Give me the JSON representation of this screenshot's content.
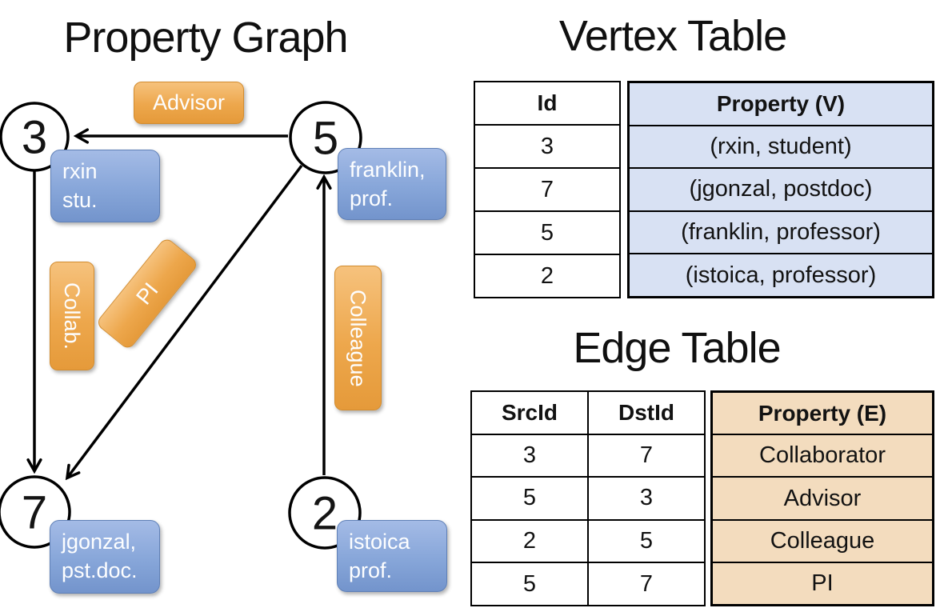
{
  "graph": {
    "title": "Property Graph",
    "nodes": [
      {
        "id": "3",
        "label_lines": [
          "rxin",
          "stu."
        ]
      },
      {
        "id": "5",
        "label_lines": [
          "franklin,",
          "prof."
        ]
      },
      {
        "id": "7",
        "label_lines": [
          "jgonzal,",
          "pst.doc."
        ]
      },
      {
        "id": "2",
        "label_lines": [
          "istoica",
          "prof."
        ]
      }
    ],
    "edge_labels": {
      "advisor": "Advisor",
      "collab": "Collab.",
      "pi": "PI",
      "colleague": "Colleague"
    }
  },
  "vertex_table": {
    "title": "Vertex Table",
    "columns": [
      "Id",
      "Property (V)"
    ],
    "rows": [
      [
        "3",
        "(rxin, student)"
      ],
      [
        "7",
        "(jgonzal, postdoc)"
      ],
      [
        "5",
        "(franklin, professor)"
      ],
      [
        "2",
        "(istoica, professor)"
      ]
    ]
  },
  "edge_table": {
    "title": "Edge Table",
    "columns": [
      "SrcId",
      "DstId",
      "Property (E)"
    ],
    "rows": [
      [
        "3",
        "7",
        "Collaborator"
      ],
      [
        "5",
        "3",
        "Advisor"
      ],
      [
        "2",
        "5",
        "Colleague"
      ],
      [
        "5",
        "7",
        "PI"
      ]
    ]
  },
  "colors": {
    "edge_label_orange": "#eda74c",
    "vertex_label_blue": "#87a6d9",
    "vertex_table_fill": "#d8e1f3",
    "edge_table_fill": "#f3dcbe",
    "line_black": "#000000"
  }
}
